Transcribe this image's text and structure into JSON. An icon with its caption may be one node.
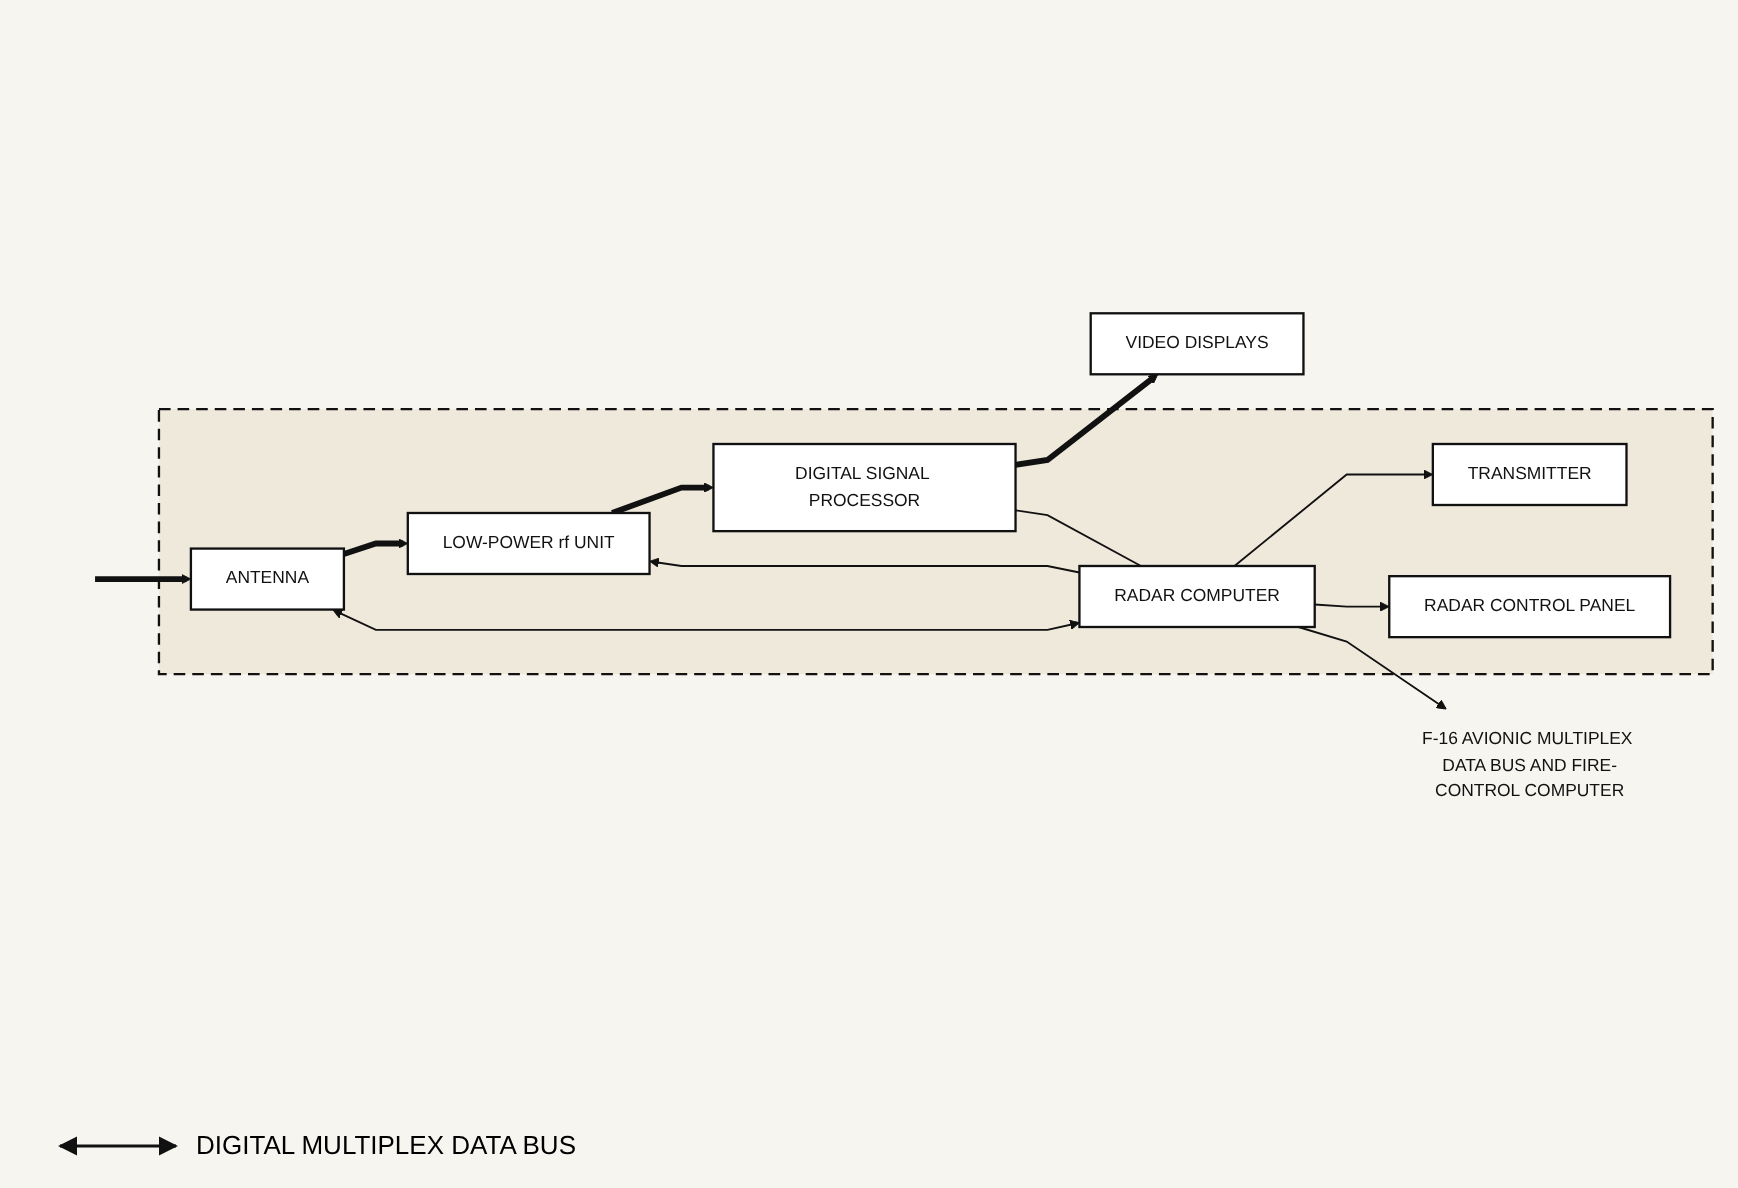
{
  "diagram": {
    "nodes": [
      {
        "text": [],
        "shape": "box"
      },
      {
        "text": [
          "VIDEO DISPLAYS"
        ]
      },
      {
        "text": [
          "LOW-POWER rf UNIT"
        ],
        "in": 0
      },
      {
        "text": [
          "DIGITAL SIGNAL PROCESSOR"
        ],
        "in": 0
      },
      {
        "text": [
          "ANTENNA"
        ],
        "in": 0
      },
      {
        "text": [
          "RADAR COMPUTER"
        ],
        "in": 0
      },
      {
        "text": [
          "TRANSMITTER"
        ],
        "in": 0
      },
      {
        "text": [
          "RADAR CONTROL PANEL"
        ],
        "in": 0
      },
      {
        "text": [
          "F-16 AVIONIC MULTIPLEX DATA BUS AND FIRE-CONTROL COMPUTER"
        ]
      }
    ],
    "edges": [
      {
        "from": null,
        "to": 4,
        "arrow": "to",
        "style": "thick"
      },
      {
        "from": 4,
        "to": 2,
        "arrow": "to",
        "style": "thick"
      },
      {
        "from": 2,
        "to": 3,
        "arrow": "to",
        "style": "thick"
      },
      {
        "from": 3,
        "to": 1,
        "arrow": "to",
        "style": "thick"
      },
      {
        "from": 3,
        "to": 5,
        "arrow": "none"
      },
      {
        "from": 4,
        "to": 5,
        "arrow": "both"
      },
      {
        "from": 5,
        "to": 2,
        "arrow": "to"
      },
      {
        "from": 5,
        "to": 6,
        "arrow": "to"
      },
      {
        "from": 5,
        "to": 7,
        "arrow": "to"
      },
      {
        "from": 5,
        "to": 8,
        "arrow": "to"
      }
    ],
    "legend": [
      {
        "text": "DIGITAL MULTIPLEX DATA BUS"
      }
    ]
  }
}
